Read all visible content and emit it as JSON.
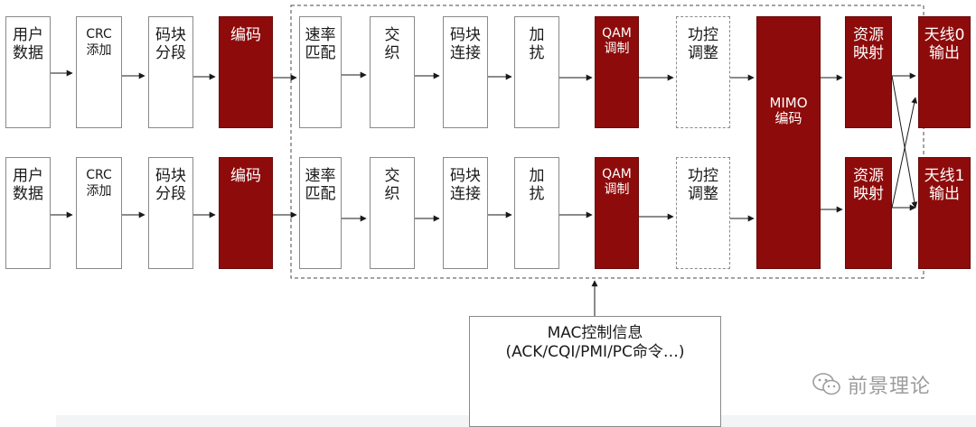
{
  "rows": [
    {
      "user_data": [
        "用户",
        "数据"
      ],
      "crc": [
        "CRC",
        "添加"
      ],
      "segment": [
        "码块",
        "分段"
      ],
      "encode": [
        "编码"
      ],
      "rate_match": [
        "速率",
        "匹配"
      ],
      "interleave": [
        "交",
        "织"
      ],
      "concat": [
        "码块",
        "连接"
      ],
      "scramble": [
        "加",
        "扰"
      ],
      "qam": [
        "QAM",
        "调制"
      ],
      "power": [
        "功控",
        "调整"
      ]
    },
    {
      "user_data": [
        "用户",
        "数据"
      ],
      "crc": [
        "CRC",
        "添加"
      ],
      "segment": [
        "码块",
        "分段"
      ],
      "encode": [
        "编码"
      ],
      "rate_match": [
        "速率",
        "匹配"
      ],
      "interleave": [
        "交",
        "织"
      ],
      "concat": [
        "码块",
        "连接"
      ],
      "scramble": [
        "加",
        "扰"
      ],
      "qam": [
        "QAM",
        "调制"
      ],
      "power": [
        "功控",
        "调整"
      ]
    }
  ],
  "mimo": [
    "MIMO",
    "编码"
  ],
  "resource_map": [
    [
      "资源",
      "映射"
    ],
    [
      "资源",
      "映射"
    ]
  ],
  "antennas": [
    [
      "天线0",
      "输出"
    ],
    [
      "天线1",
      "输出"
    ]
  ],
  "mac": [
    "MAC控制信息",
    "(ACK/CQI/PMI/PC命令…)"
  ],
  "watermark": "前景理论",
  "colors": {
    "red_block": "#8e0b0b",
    "border": "#8a8a8a",
    "arrow": "#1a1a1a"
  }
}
